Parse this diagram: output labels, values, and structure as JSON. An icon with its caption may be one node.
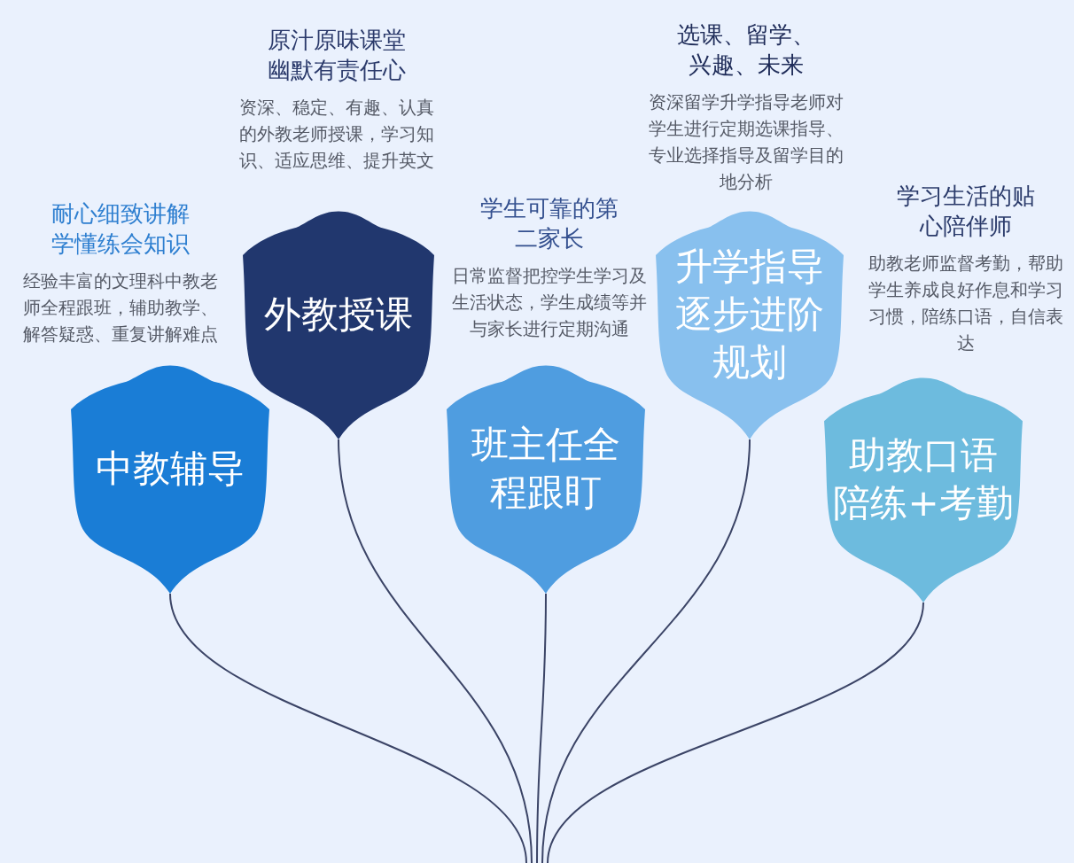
{
  "diagram": {
    "nodes": [
      {
        "text": [
          "中教辅导"
        ],
        "beside": [
          "耐心细致讲解学懂练会知识",
          "经验丰富的文理科中教老师全程跟班，辅助教学、解答疑惑、重复讲解难点"
        ]
      },
      {
        "text": [
          "外教授课"
        ],
        "beside": [
          "原汁原味课堂幽默有责任心",
          "资深、稳定、有趣、认真的外教老师授课，学习知识、适应思维、提升英文"
        ]
      },
      {
        "text": [
          "班主任全程跟盯"
        ],
        "beside": [
          "学生可靠的第二家长",
          "日常监督把控学生学习及生活状态，学生成绩等并与家长进行定期沟通"
        ]
      },
      {
        "text": [
          "升学指导逐步进阶规划"
        ],
        "beside": [
          "选课、留学、兴趣、未来",
          "资深留学升学指导老师对学生进行定期选课指导、专业选择指导及留学目的地分析"
        ]
      },
      {
        "text": [
          "助教口语陪练+考勤"
        ],
        "beside": [
          "学习生活的贴心陪伴师",
          "助教老师监督考勤，帮助学生养成良好作息和学习习惯，陪练口语，自信表达"
        ]
      }
    ],
    "edges": [
      {
        "from": null,
        "to": 0,
        "arrow": "none"
      },
      {
        "from": null,
        "to": 1,
        "arrow": "none"
      },
      {
        "from": null,
        "to": 2,
        "arrow": "none"
      },
      {
        "from": null,
        "to": 3,
        "arrow": "none"
      },
      {
        "from": null,
        "to": 4,
        "arrow": "none"
      }
    ]
  }
}
